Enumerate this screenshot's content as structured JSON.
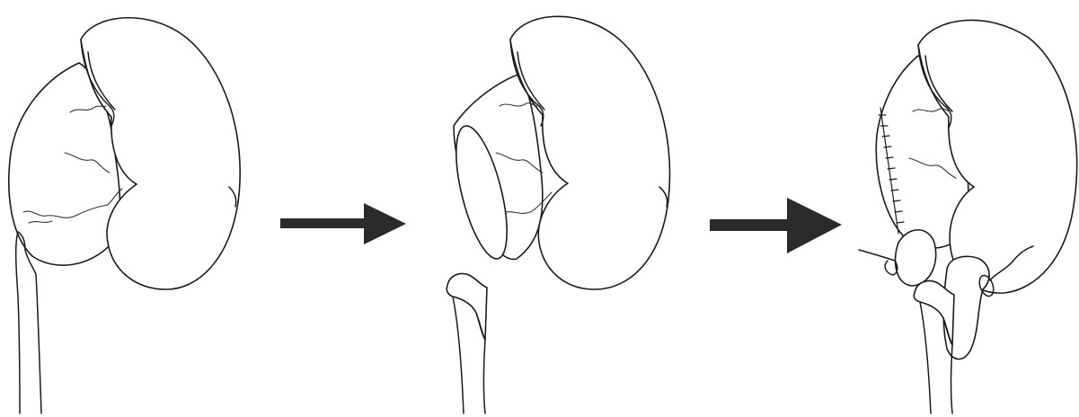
{
  "figure": {
    "panels": [
      {
        "id": "stage-1"
      },
      {
        "id": "stage-2"
      },
      {
        "id": "stage-3"
      }
    ],
    "arrows": [
      {
        "id": "arrow-1",
        "direction": "right"
      },
      {
        "id": "arrow-2",
        "direction": "right"
      }
    ],
    "colors": {
      "line": "#1a1a1a",
      "arrow": "#2b2b2b",
      "background": "#ffffff"
    }
  }
}
